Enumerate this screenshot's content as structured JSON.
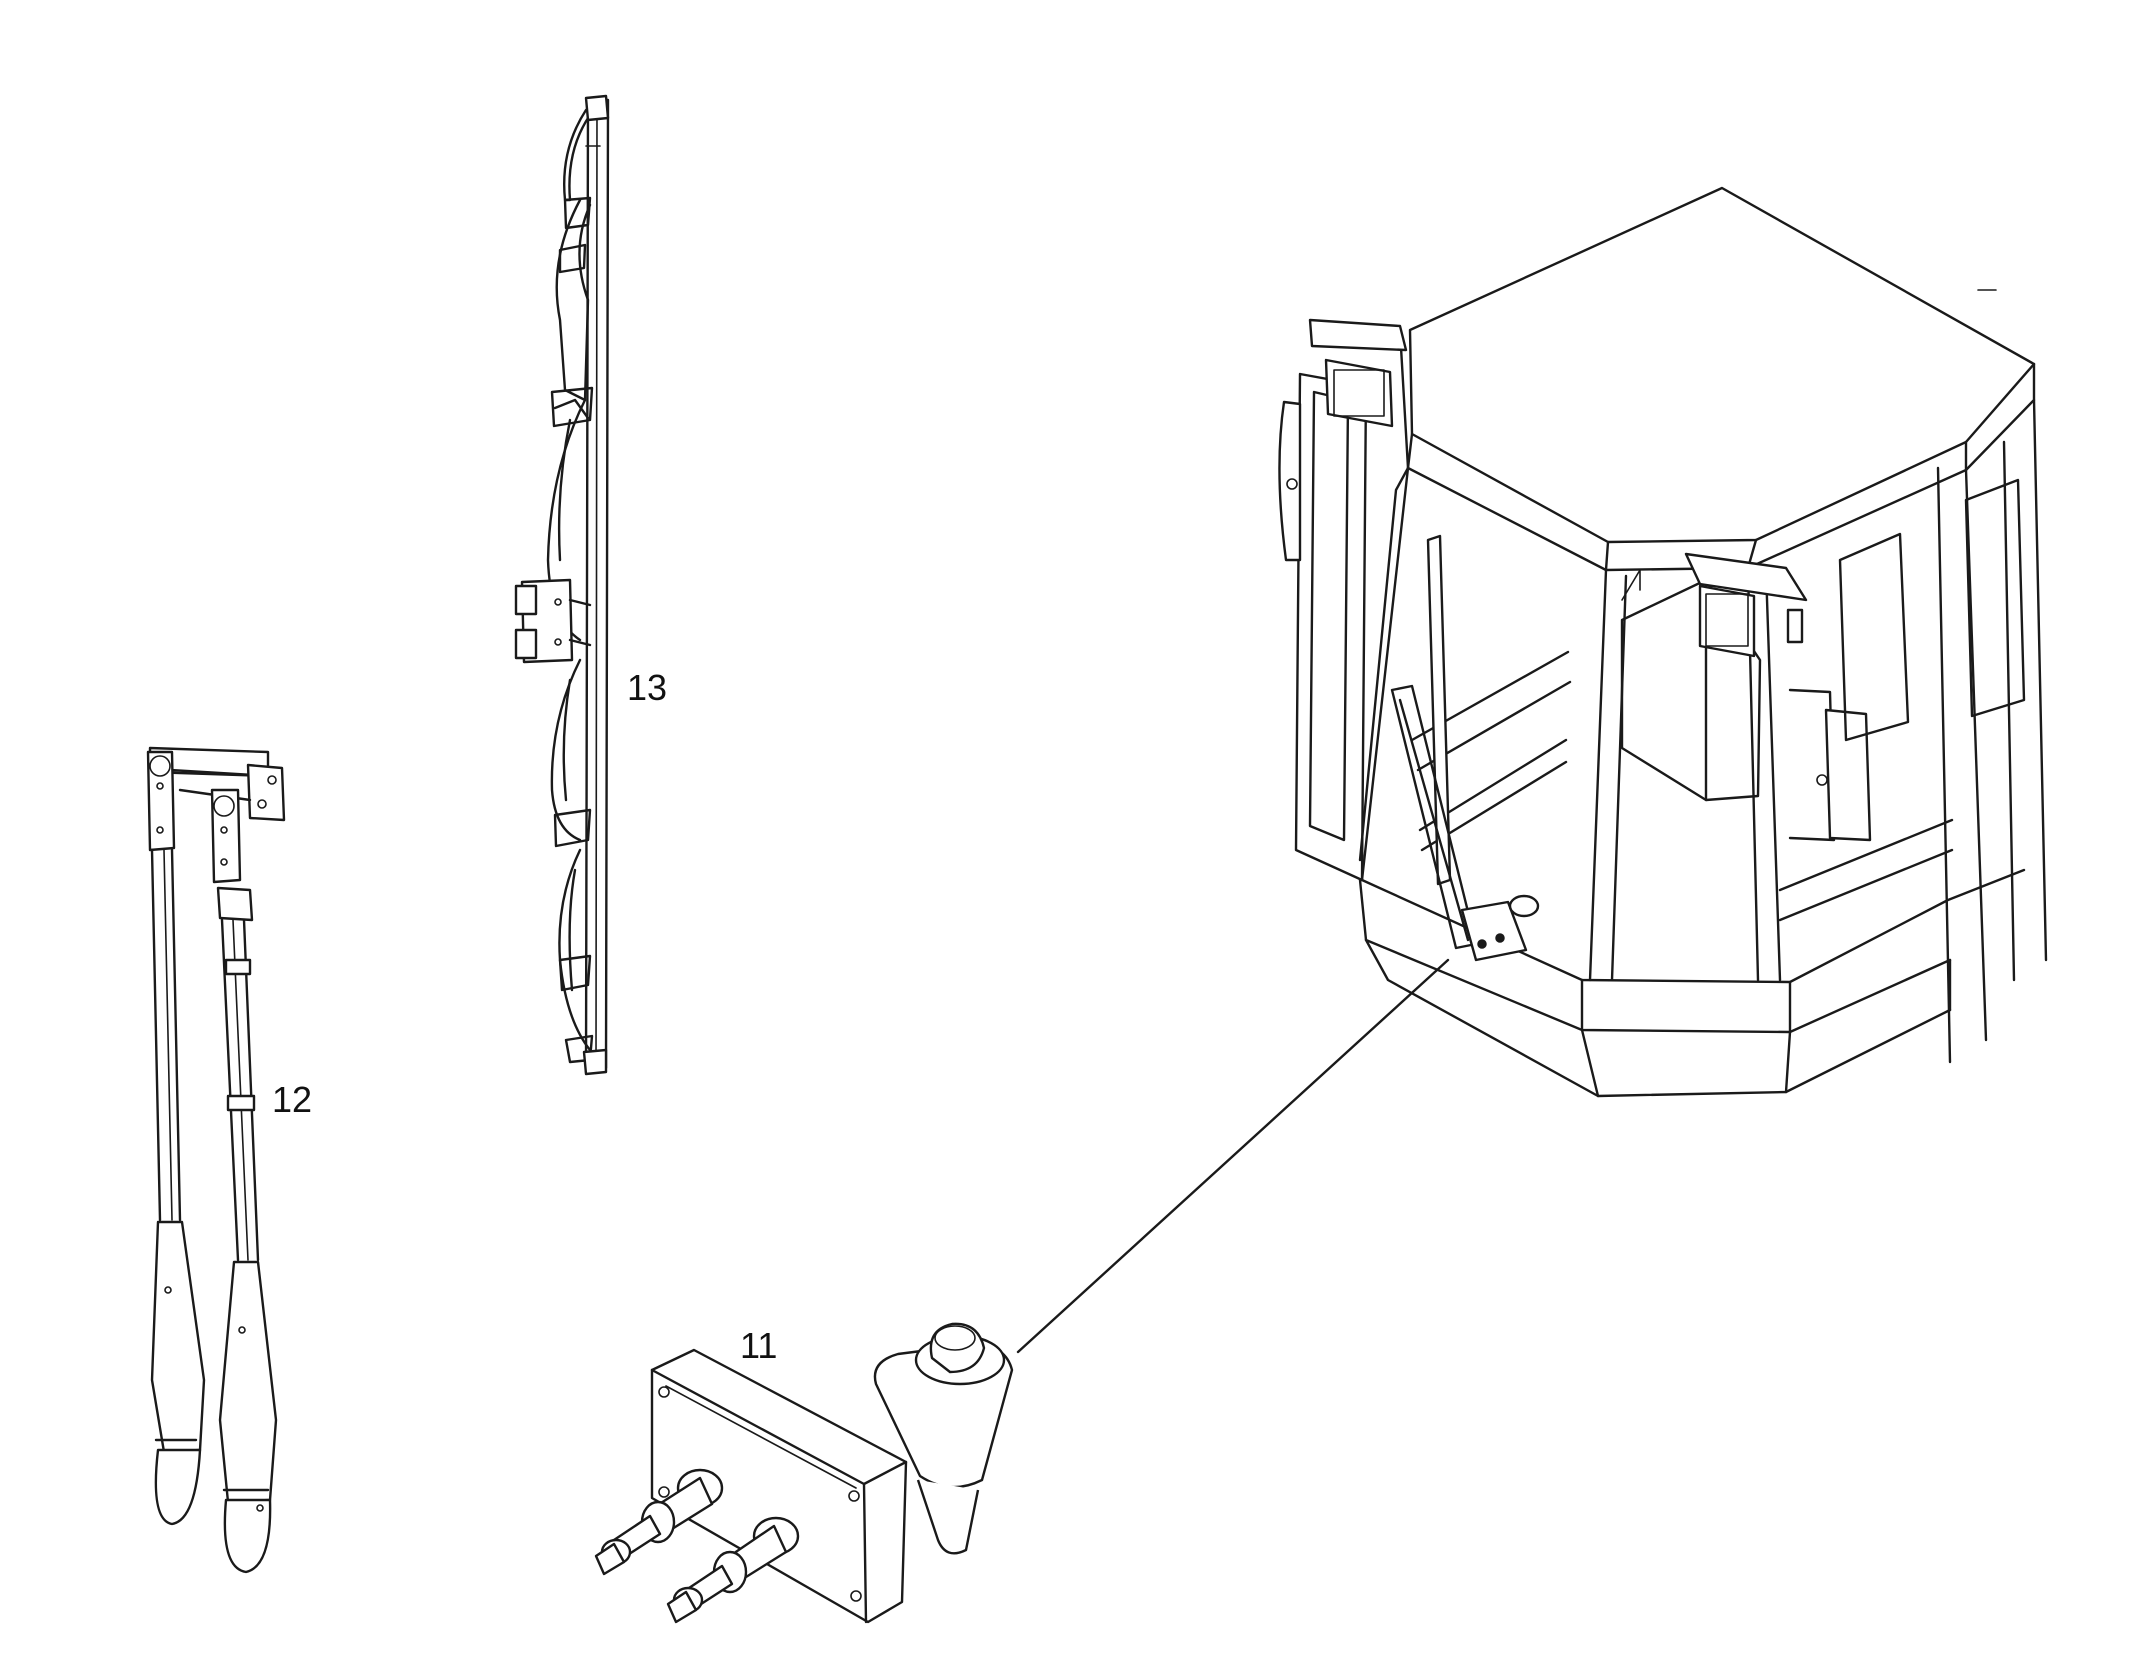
{
  "diagram": {
    "callouts": [
      {
        "id": "11",
        "label": "11",
        "part": "wiper-motor"
      },
      {
        "id": "12",
        "label": "12",
        "part": "wiper-arms"
      },
      {
        "id": "13",
        "label": "13",
        "part": "wiper-blade"
      }
    ]
  },
  "colors": {
    "line": "#1a1a1a",
    "background": "#ffffff"
  }
}
